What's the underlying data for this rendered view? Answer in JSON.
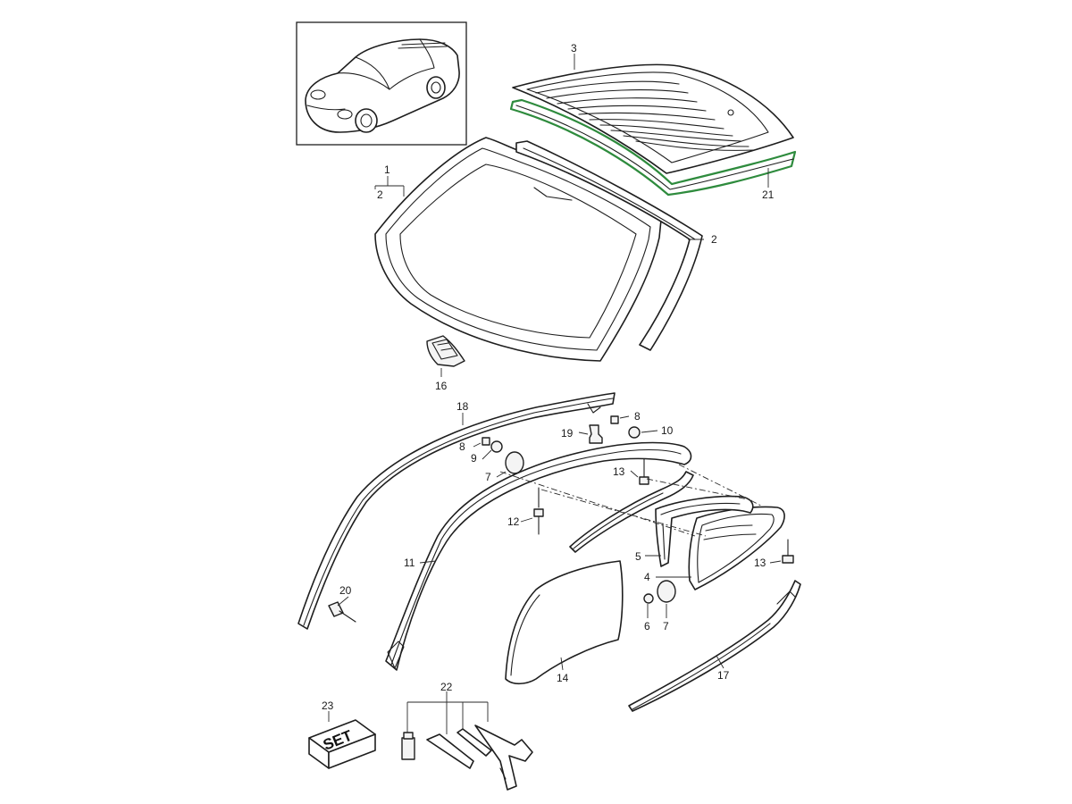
{
  "diagram": {
    "highlight_color": "#2e8b3d",
    "line_color": "#1e1e1e",
    "callouts": {
      "c1": "1",
      "c2a": "2",
      "c2b": "2",
      "c3": "3",
      "c4": "4",
      "c5": "5",
      "c6": "6",
      "c7a": "7",
      "c7b": "7",
      "c8a": "8",
      "c8b": "8",
      "c9": "9",
      "c10": "10",
      "c11": "11",
      "c12": "12",
      "c13a": "13",
      "c13b": "13",
      "c14": "14",
      "c16": "16",
      "c17": "17",
      "c18": "18",
      "c19": "19",
      "c20": "20",
      "c21": "21",
      "c22": "22",
      "c23": "23"
    },
    "kit_box_label": "SET",
    "icons": {
      "car": "car-thumbnail-icon",
      "kit": "kit-box-icon",
      "tools": "adhesive-tool-set-icon"
    }
  }
}
